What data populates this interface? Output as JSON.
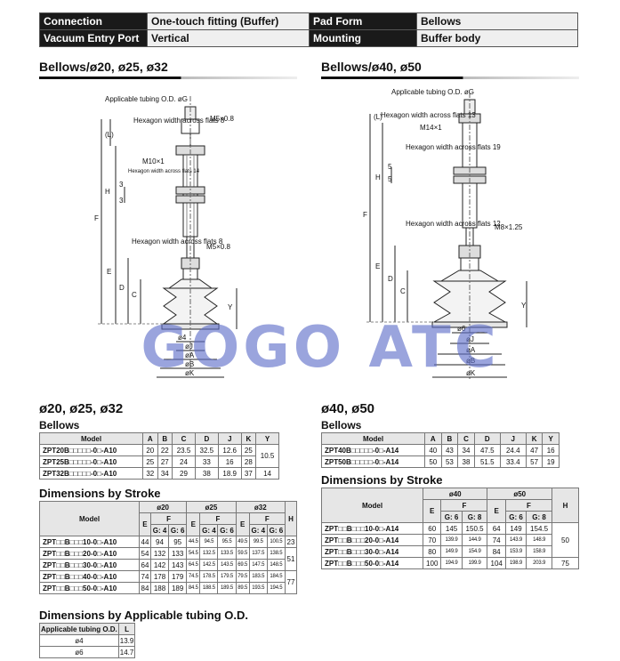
{
  "spec": [
    {
      "k1": "Connection",
      "v1": "One-touch fitting (Buffer)",
      "k2": "Pad Form",
      "v2": "Bellows"
    },
    {
      "k1": "Vacuum Entry Port",
      "v1": "Vertical",
      "k2": "Mounting",
      "v2": "Buffer body"
    }
  ],
  "left": {
    "section_title": "Bellows/ø20, ø25, ø32",
    "drawing": {
      "tubing": "Applicable tubing O.D. øG",
      "hex1": "Hexagon width across flats 8",
      "m1": "M5×0.8",
      "m2": "M10×1",
      "hex2": "Hexagon width across flats 14",
      "hex3": "Hexagon width across flats 8",
      "m3": "M5×0.8",
      "dims": {
        "L": "(L)",
        "H": "H",
        "F": "F",
        "E": "E",
        "D": "D",
        "C": "C",
        "Y": "Y",
        "three_a": "3",
        "three_b": "3"
      },
      "diams": {
        "d4": "ø4",
        "J": "øJ",
        "A": "øA",
        "B": "øB",
        "K": "øK"
      }
    },
    "size_title": "ø20, ø25, ø32",
    "bellows_label": "Bellows",
    "bellows_head": [
      "Model",
      "A",
      "B",
      "C",
      "D",
      "J",
      "K",
      "Y"
    ],
    "bellows_rows": [
      [
        "ZPT20B□□□□□-0□-A10",
        "20",
        "22",
        "23.5",
        "32.5",
        "12.6",
        "25"
      ],
      [
        "ZPT25B□□□□□-0□-A10",
        "25",
        "27",
        "24",
        "33",
        "16",
        "28"
      ],
      [
        "ZPT32B□□□□□-0□-A10",
        "32",
        "34",
        "29",
        "38",
        "18.9",
        "37",
        "14"
      ]
    ],
    "bellows_y_merged": "10.5",
    "stroke_title": "Dimensions by Stroke",
    "stroke_head": {
      "model": "Model",
      "s1": "ø20",
      "s2": "ø25",
      "s3": "ø32",
      "E": "E",
      "F": "F",
      "g4": "G: 4",
      "g6": "G: 6",
      "H": "H"
    },
    "stroke_rows": [
      [
        "ZPT□□B□□□10-0□-A10",
        "44",
        "94",
        "95",
        "44.5",
        "94.5",
        "95.5",
        "49.5",
        "99.5",
        "100.5"
      ],
      [
        "ZPT□□B□□□20-0□-A10",
        "54",
        "132",
        "133",
        "54.5",
        "132.5",
        "133.5",
        "59.5",
        "137.5",
        "138.5"
      ],
      [
        "ZPT□□B□□□30-0□-A10",
        "64",
        "142",
        "143",
        "64.5",
        "142.5",
        "143.5",
        "69.5",
        "147.5",
        "148.5"
      ],
      [
        "ZPT□□B□□□40-0□-A10",
        "74",
        "178",
        "179",
        "74.5",
        "178.5",
        "179.5",
        "79.5",
        "183.5",
        "184.5"
      ],
      [
        "ZPT□□B□□□50-0□-A10",
        "84",
        "188",
        "189",
        "84.5",
        "188.5",
        "189.5",
        "89.5",
        "193.5",
        "194.5"
      ]
    ],
    "stroke_H": [
      "23",
      "51",
      "77"
    ],
    "tubing_title": "Dimensions by Applicable tubing O.D.",
    "tubing_head": [
      "Applicable tubing O.D.",
      "L"
    ],
    "tubing_rows": [
      [
        "ø4",
        "13.9"
      ],
      [
        "ø6",
        "14.7"
      ]
    ]
  },
  "right": {
    "section_title": "Bellows/ø40, ø50",
    "drawing": {
      "tubing": "Applicable tubing O.D. øG",
      "hex1": "Hexagon width across flats 13",
      "m1": "M14×1",
      "hex2": "Hexagon width across flats 19",
      "hex3": "Hexagon width across flats 12",
      "m2": "M8×1.25",
      "dims": {
        "L": "(L)",
        "H": "H",
        "F": "F",
        "E": "E",
        "D": "D",
        "C": "C",
        "Y": "Y",
        "five_a": "5",
        "five_b": "5"
      },
      "diams": {
        "d6": "ø6",
        "J": "øJ",
        "A": "øA",
        "B": "øB",
        "K": "øK"
      }
    },
    "size_title": "ø40, ø50",
    "bellows_label": "Bellows",
    "bellows_head": [
      "Model",
      "A",
      "B",
      "C",
      "D",
      "J",
      "K",
      "Y"
    ],
    "bellows_rows": [
      [
        "ZPT40B□□□□□-0□-A14",
        "40",
        "43",
        "34",
        "47.5",
        "24.4",
        "47",
        "16"
      ],
      [
        "ZPT50B□□□□□-0□-A14",
        "50",
        "53",
        "38",
        "51.5",
        "33.4",
        "57",
        "19"
      ]
    ],
    "stroke_title": "Dimensions by Stroke",
    "stroke_head": {
      "model": "Model",
      "s1": "ø40",
      "s2": "ø50",
      "E": "E",
      "F": "F",
      "g6": "G: 6",
      "g8": "G: 8",
      "H": "H"
    },
    "stroke_rows": [
      [
        "ZPT□□B□□□10-0□-A14",
        "60",
        "145",
        "150.5",
        "64",
        "149",
        "154.5"
      ],
      [
        "ZPT□□B□□□20-0□-A14",
        "70",
        "139.9",
        "144.9",
        "74",
        "143.9",
        "148.9"
      ],
      [
        "ZPT□□B□□□30-0□-A14",
        "80",
        "149.9",
        "154.9",
        "84",
        "153.9",
        "158.9"
      ],
      [
        "ZPT□□B□□□50-0□-A14",
        "100",
        "194.9",
        "199.9",
        "104",
        "198.9",
        "203.9",
        "75"
      ]
    ],
    "stroke_H_merged": "50"
  },
  "watermark": "GOGO ATC"
}
